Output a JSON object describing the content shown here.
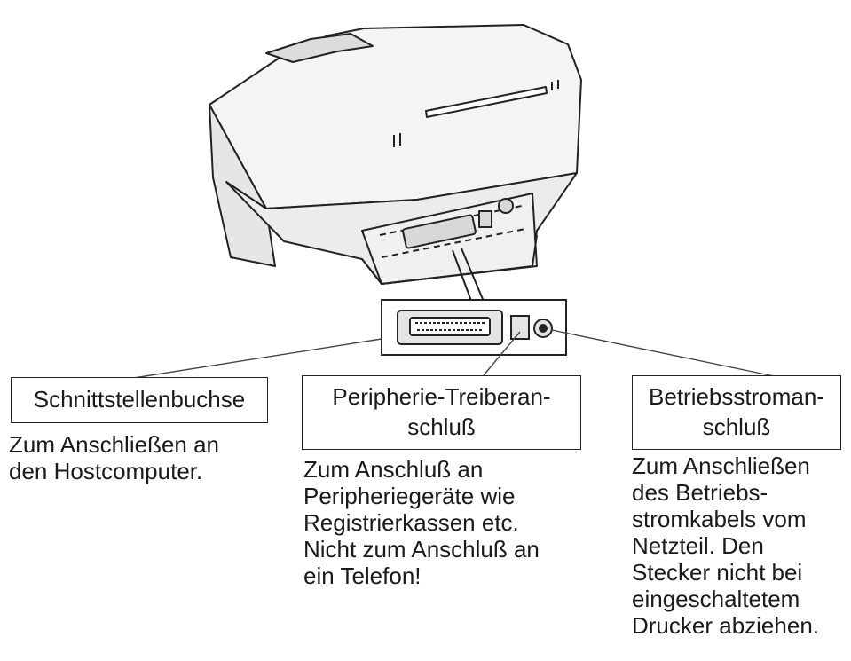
{
  "labels": {
    "interface": {
      "title": "Schnittstellenbuchse",
      "description": "Zum Anschließen an\nden Hostcomputer."
    },
    "peripheral": {
      "title_line1": "Peripherie-Treiberan-",
      "title_line2": "schluß",
      "description": "Zum Anschluß an\nPeripheriegeräte wie\nRegistrierkassen etc.\nNicht zum Anschluß an\nein Telefon!"
    },
    "power": {
      "title_line1": "Betriebsstroman-",
      "title_line2": "schluß",
      "description": "Zum Anschließen\ndes Betriebs-\nstromkabels vom\nNetzteil. Den\nStecker nicht bei\neingeschaltetem\nDrucker abziehen."
    }
  }
}
